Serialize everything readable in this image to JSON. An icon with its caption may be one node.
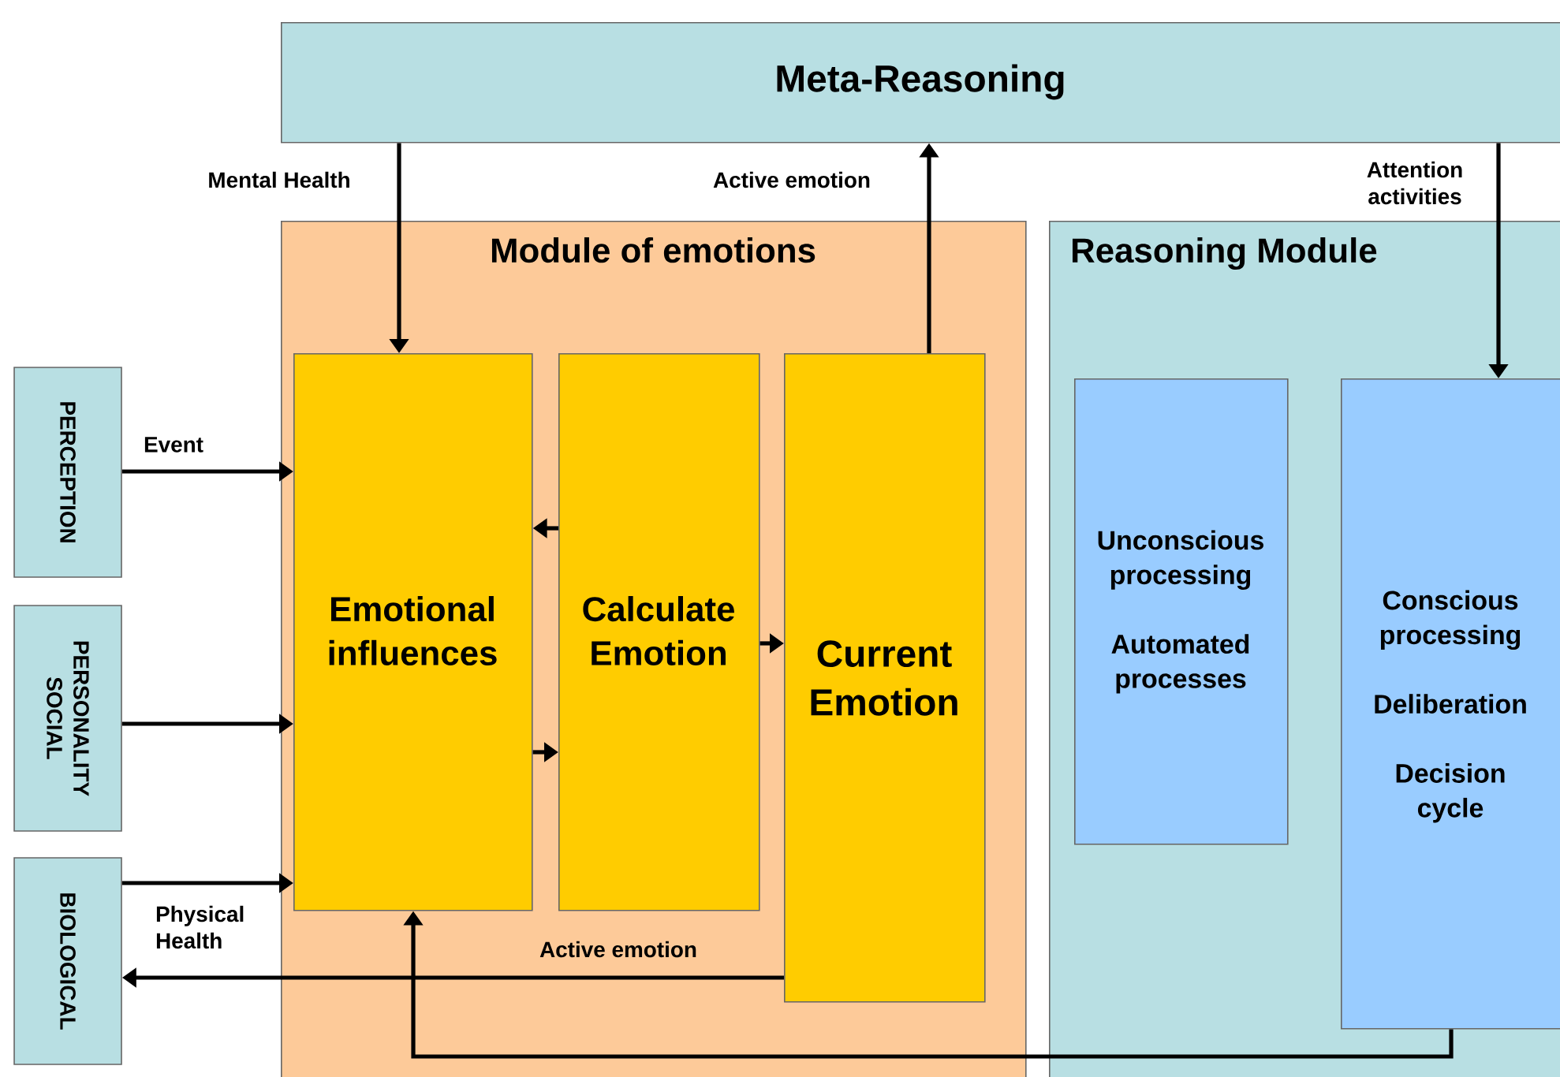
{
  "diagram": {
    "nodes": [
      {
        "text": [
          "Meta-Reasoning"
        ]
      },
      {
        "text": [
          "Module of emotions"
        ]
      },
      {
        "text": [
          "Reasoning Module"
        ]
      },
      {
        "text": [
          "PERCEPTION"
        ]
      },
      {
        "text": [
          "PERSONALITY SOCIAL"
        ]
      },
      {
        "text": [
          "BIOLOGICAL"
        ]
      },
      {
        "text": [
          "Emotional influences"
        ],
        "in": 1
      },
      {
        "text": [
          "Calculate Emotion"
        ],
        "in": 1
      },
      {
        "text": [
          "Current Emotion"
        ],
        "in": 1
      },
      {
        "text": [
          "Unconscious processing",
          "Automated processes"
        ],
        "in": 2
      },
      {
        "text": [
          "Conscious processing",
          "Deliberation",
          "Decision cycle"
        ],
        "in": 2
      }
    ],
    "edges": [
      {
        "from": 0,
        "to": 6,
        "arrow": "to",
        "label": "Mental Health"
      },
      {
        "from": 8,
        "to": 0,
        "arrow": "to",
        "label": "Active emotion"
      },
      {
        "from": 0,
        "to": 10,
        "arrow": "to",
        "label": "Attention activities"
      },
      {
        "from": 3,
        "to": 6,
        "arrow": "to",
        "label": "Event"
      },
      {
        "from": 4,
        "to": 6,
        "arrow": "to"
      },
      {
        "from": 5,
        "to": 6,
        "arrow": "to",
        "label": "Physical Health"
      },
      {
        "from": 8,
        "to": 5,
        "arrow": "to",
        "label": "Active emotion"
      },
      {
        "from": 7,
        "to": 6,
        "arrow": "to"
      },
      {
        "from": 6,
        "to": 7,
        "arrow": "to"
      },
      {
        "from": 7,
        "to": 8,
        "arrow": "to"
      },
      {
        "from": 10,
        "to": 6,
        "arrow": "to"
      }
    ]
  }
}
